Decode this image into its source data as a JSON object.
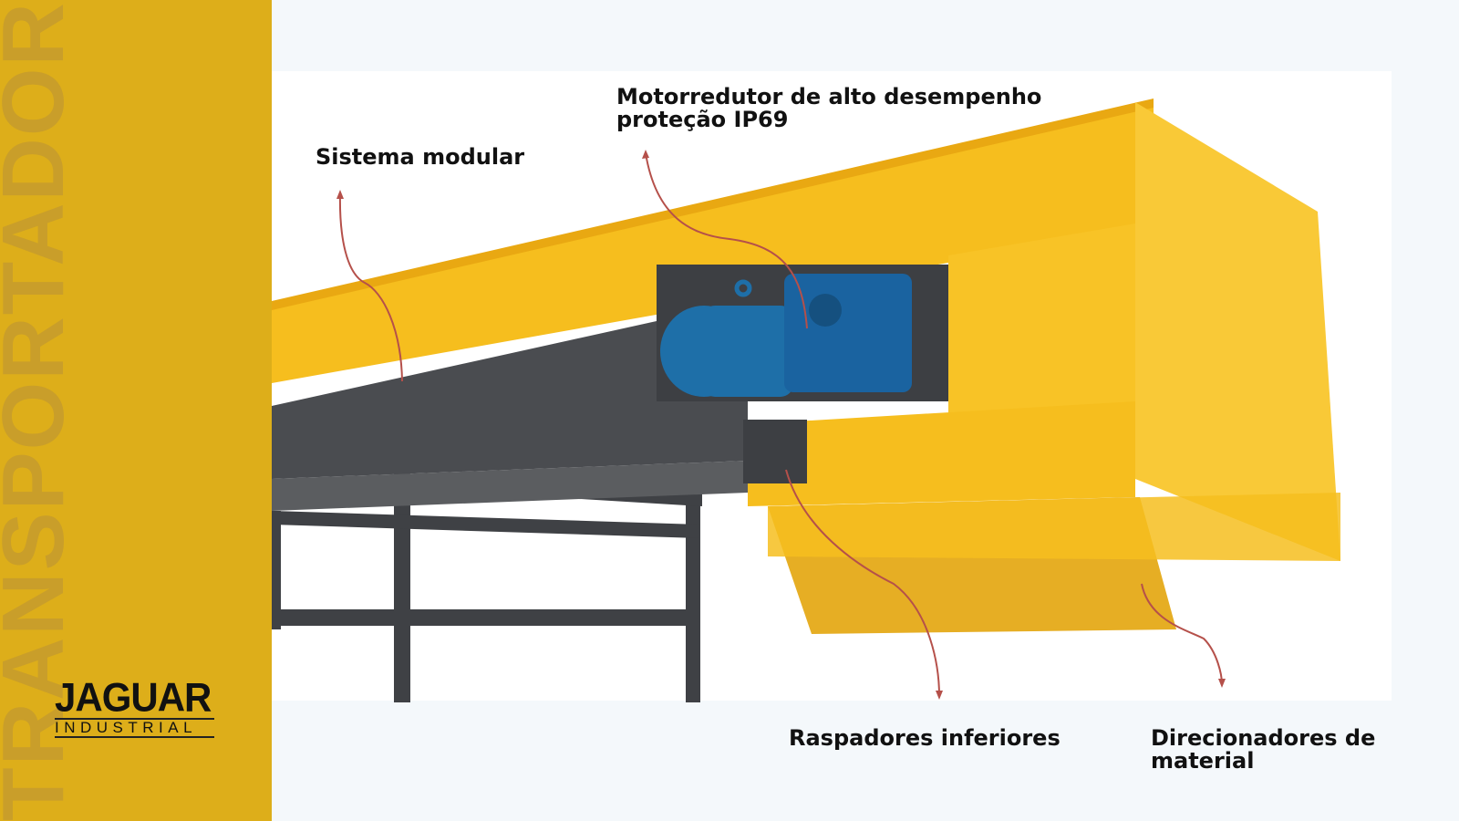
{
  "sidebar": {
    "vertical_title": "TRANSPORTADOR",
    "logo": {
      "main": "JAGUAR",
      "sub": "INDUSTRIAL"
    }
  },
  "labels": {
    "modular": "Sistema modular",
    "motor_line1": "Motorredutor de alto desempenho",
    "motor_line2": "proteção IP69",
    "scrapers": "Raspadores inferiores",
    "directors_line1": "Direcionadores de",
    "directors_line2": "material"
  },
  "colors": {
    "sidebar": "#DDAE1A",
    "accent_yellow": "#F6BE1E",
    "motor_blue": "#1E6FA8",
    "arrow": "#B5504A"
  }
}
